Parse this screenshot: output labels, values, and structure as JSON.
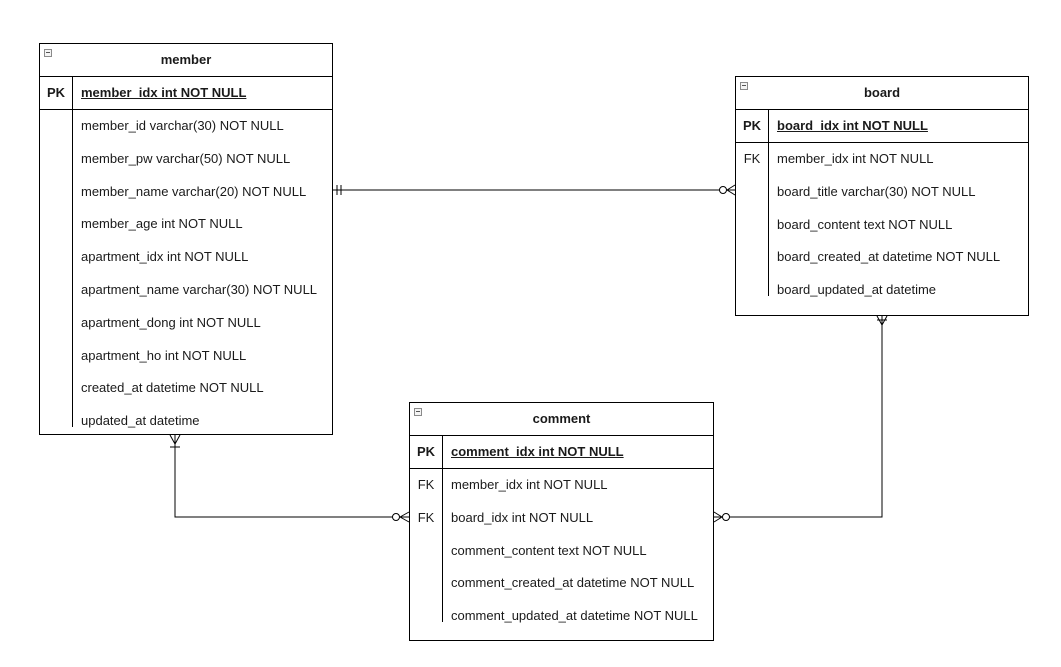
{
  "entities": {
    "member": {
      "name": "member",
      "pk": {
        "key": "PK",
        "field": "member_idx int NOT NULL"
      },
      "rows": [
        {
          "key": "",
          "field": "member_id varchar(30) NOT NULL"
        },
        {
          "key": "",
          "field": "member_pw varchar(50) NOT NULL"
        },
        {
          "key": "",
          "field": "member_name varchar(20) NOT NULL"
        },
        {
          "key": "",
          "field": "member_age int NOT NULL"
        },
        {
          "key": "",
          "field": "apartment_idx int NOT NULL"
        },
        {
          "key": "",
          "field": "apartment_name varchar(30) NOT NULL"
        },
        {
          "key": "",
          "field": "apartment_dong int NOT NULL"
        },
        {
          "key": "",
          "field": "apartment_ho int NOT NULL"
        },
        {
          "key": "",
          "field": "created_at datetime NOT NULL"
        },
        {
          "key": "",
          "field": "updated_at datetime"
        }
      ]
    },
    "board": {
      "name": "board",
      "pk": {
        "key": "PK",
        "field": "board_idx int NOT NULL"
      },
      "rows": [
        {
          "key": "FK",
          "field": "member_idx int NOT NULL"
        },
        {
          "key": "",
          "field": "board_title varchar(30) NOT NULL"
        },
        {
          "key": "",
          "field": "board_content text NOT NULL"
        },
        {
          "key": "",
          "field": "board_created_at datetime NOT NULL"
        },
        {
          "key": "",
          "field": "board_updated_at datetime"
        }
      ]
    },
    "comment": {
      "name": "comment",
      "pk": {
        "key": "PK",
        "field": "comment_idx int NOT NULL"
      },
      "rows": [
        {
          "key": "FK",
          "field": "member_idx int NOT NULL"
        },
        {
          "key": "FK",
          "field": "board_idx int NOT NULL"
        },
        {
          "key": "",
          "field": "comment_content text NOT NULL"
        },
        {
          "key": "",
          "field": "comment_created_at datetime NOT NULL"
        },
        {
          "key": "",
          "field": "comment_updated_at datetime NOT NULL"
        }
      ]
    }
  },
  "relationships": [
    {
      "from": "member",
      "to": "board",
      "from_end": "one-and-only-one",
      "to_end": "zero-or-many"
    },
    {
      "from": "member",
      "to": "comment",
      "from_end": "one-or-many",
      "to_end": "zero-or-many"
    },
    {
      "from": "board",
      "to": "comment",
      "from_end": "one-or-many",
      "to_end": "zero-or-many"
    }
  ],
  "colors": {
    "line": "#000000",
    "background": "#ffffff",
    "text": "#1a1a1a"
  }
}
